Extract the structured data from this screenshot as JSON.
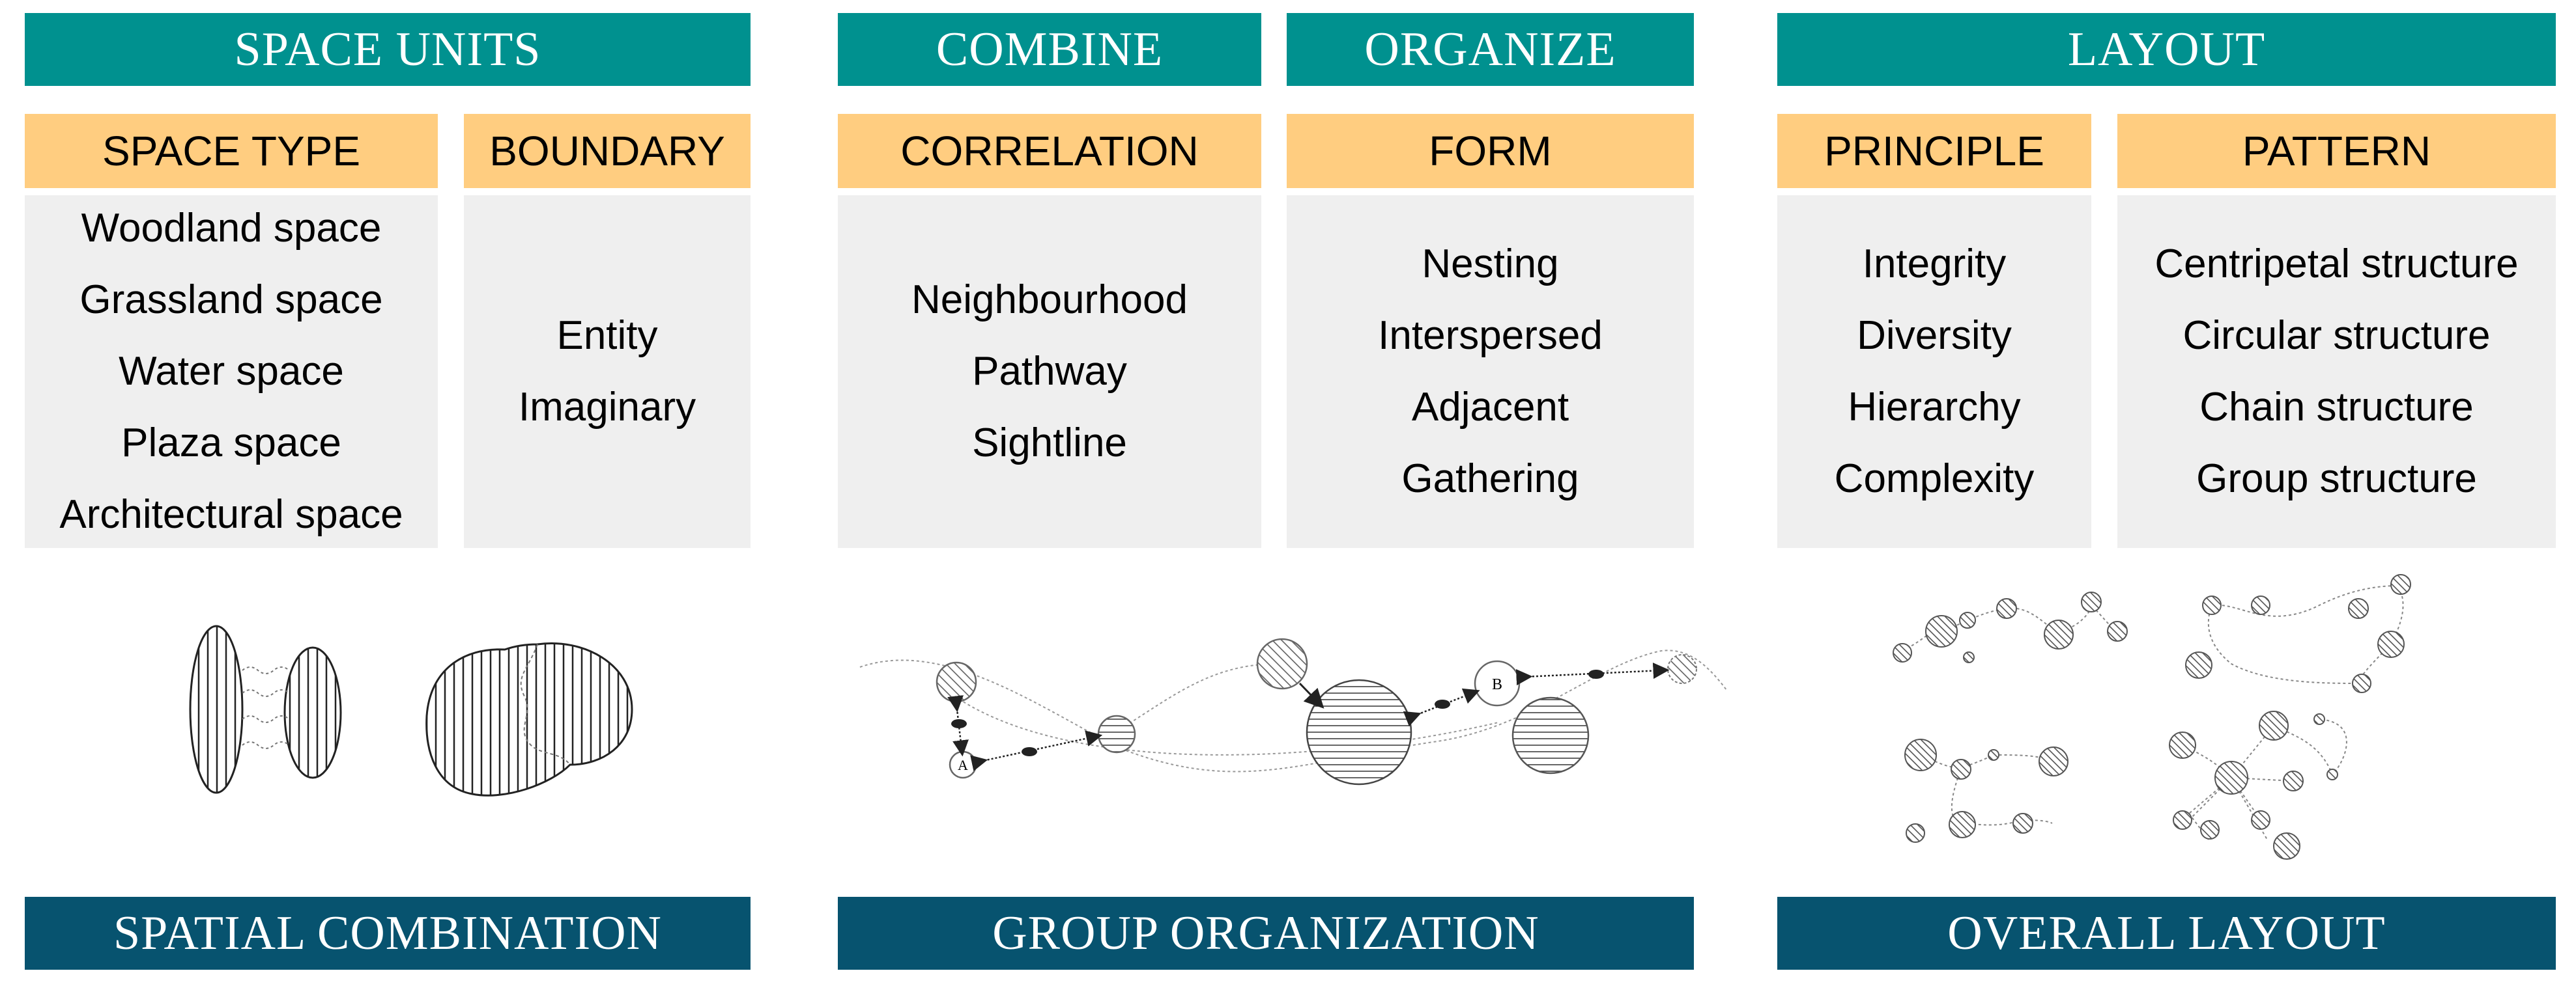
{
  "headers": {
    "space_units": "SPACE UNITS",
    "combine": "COMBINE",
    "organize": "ORGANIZE",
    "layout": "LAYOUT"
  },
  "subheaders": {
    "space_type": "SPACE TYPE",
    "boundary": "BOUNDARY",
    "correlation": "CORRELATION",
    "form": "FORM",
    "principle": "PRINCIPLE",
    "pattern": "PATTERN"
  },
  "lists": {
    "space_type": [
      "Woodland space",
      "Grassland space",
      "Water space",
      "Plaza space",
      "Architectural space"
    ],
    "boundary": [
      "Entity",
      "Imaginary"
    ],
    "correlation": [
      "Neighbourhood",
      "Pathway",
      "Sightline"
    ],
    "form": [
      "Nesting",
      "Interspersed",
      "Adjacent",
      "Gathering"
    ],
    "principle": [
      "Integrity",
      "Diversity",
      "Hierarchy",
      "Complexity"
    ],
    "pattern": [
      "Centripetal structure",
      "Circular structure",
      "Chain structure",
      "Group structure"
    ]
  },
  "diagram_labels": {
    "point_a": "A",
    "point_b": "B"
  },
  "footers": {
    "spatial_combination": "SPATIAL COMBINATION",
    "group_organization": "GROUP ORGANIZATION",
    "overall_layout": "OVERALL LAYOUT"
  },
  "colors": {
    "header_teal": "#00918f",
    "subheader_orange": "#ffcd80",
    "content_gray": "#efefef",
    "footer_navy": "#07536f"
  }
}
